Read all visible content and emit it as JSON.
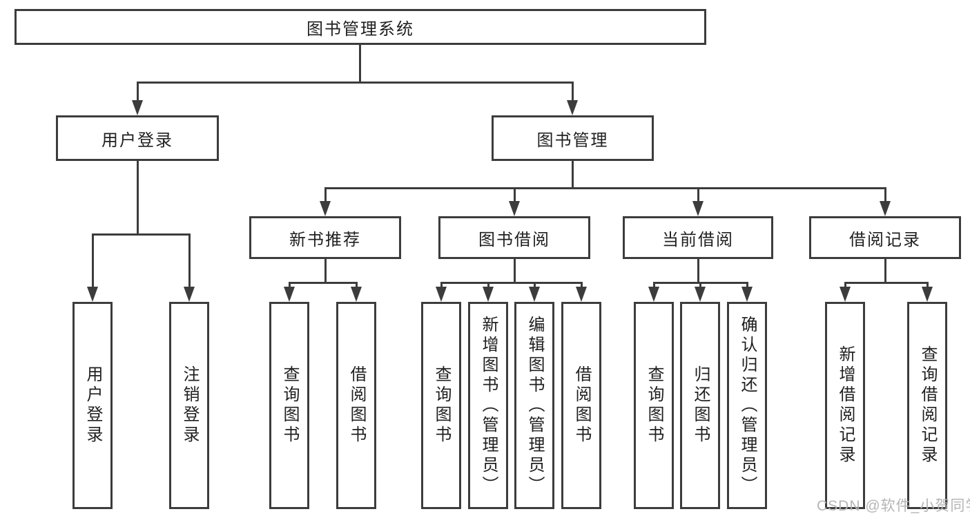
{
  "tree": {
    "label": "图书管理系统",
    "children": [
      {
        "label": "用户登录",
        "children": [
          {
            "label": "用户登录"
          },
          {
            "label": "注销登录"
          }
        ]
      },
      {
        "label": "图书管理",
        "children": [
          {
            "label": "新书推荐",
            "children": [
              {
                "label": "查询图书"
              },
              {
                "label": "借阅图书"
              }
            ]
          },
          {
            "label": "图书借阅",
            "children": [
              {
                "label": "查询图书"
              },
              {
                "label": "新增图书（管理员）"
              },
              {
                "label": "编辑图书（管理员）"
              },
              {
                "label": "借阅图书"
              }
            ]
          },
          {
            "label": "当前借阅",
            "children": [
              {
                "label": "查询图书"
              },
              {
                "label": "归还图书"
              },
              {
                "label": "确认归还（管理员）"
              }
            ]
          },
          {
            "label": "借阅记录",
            "children": [
              {
                "label": "新增借阅记录"
              },
              {
                "label": "查询借阅记录"
              }
            ]
          }
        ]
      }
    ]
  },
  "watermark": {
    "text": "CSDN @软件_小贺同学"
  },
  "colors": {
    "line": "#3c3c3c",
    "node_fill": "#ffffff",
    "text": "#1f1f1f",
    "watermark": "#b5b5b5",
    "background": "#ffffff"
  }
}
